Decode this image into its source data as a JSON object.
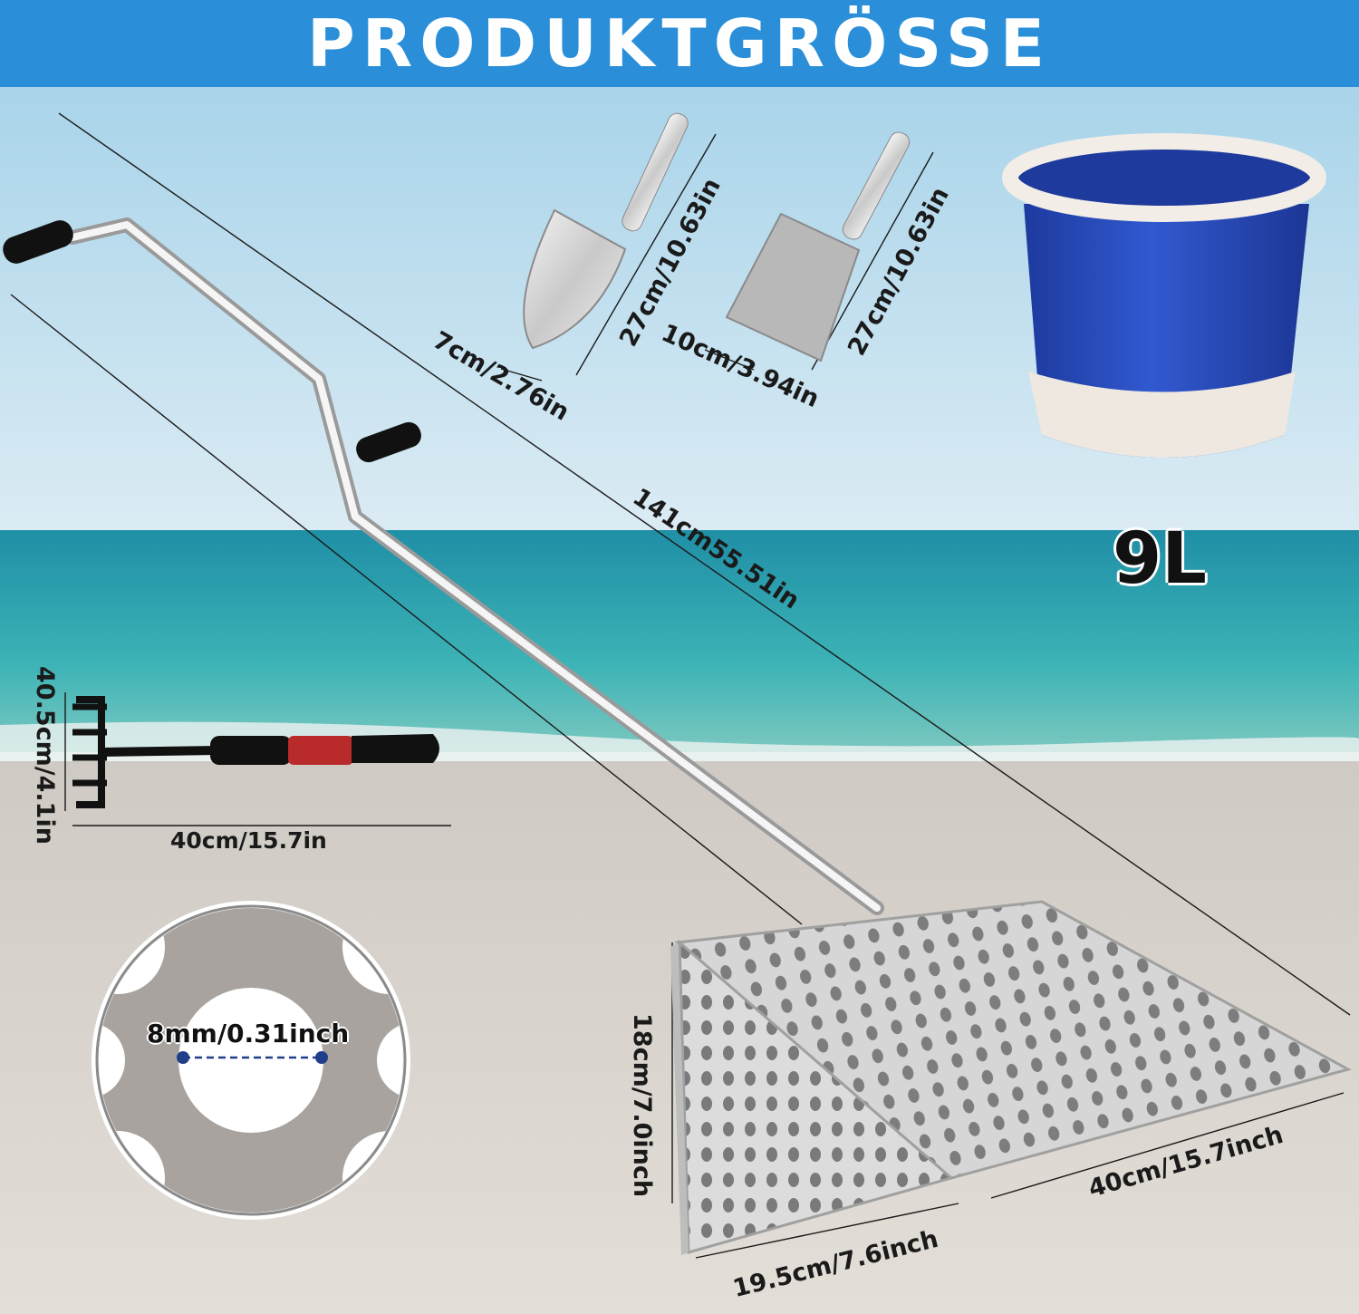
{
  "banner": {
    "title": "PRODUKTGRÖSSE",
    "color": "#2a8fd8"
  },
  "dimensions": {
    "pole_length": "141cm55.51in",
    "trowel_height": "27cm/10.63in",
    "trowel_width": "7cm/2.76in",
    "scoop_height": "27cm/10.63in",
    "scoop_width": "10cm/3.94in",
    "rake_height": "40.5cm/4.1in",
    "rake_length": "40cm/15.7in",
    "sieve_height": "18cm/7.0inch",
    "sieve_depth": "19.5cm/7.6inch",
    "sieve_width": "40cm/15.7inch",
    "hole_diameter": "8mm/0.31inch"
  },
  "bucket": {
    "volume": "9L",
    "color": "#2346b8",
    "rim_color": "#f2ede6"
  },
  "background": {
    "sky": "#bcdff0",
    "sea": "#2fa6b2",
    "sand": "#d8d3cc"
  },
  "icons": [
    "sand-sieve-shovel-icon",
    "garden-trowel-icon",
    "scoop-icon",
    "folding-bucket-icon",
    "hand-rake-icon",
    "mesh-hole-detail-icon"
  ]
}
